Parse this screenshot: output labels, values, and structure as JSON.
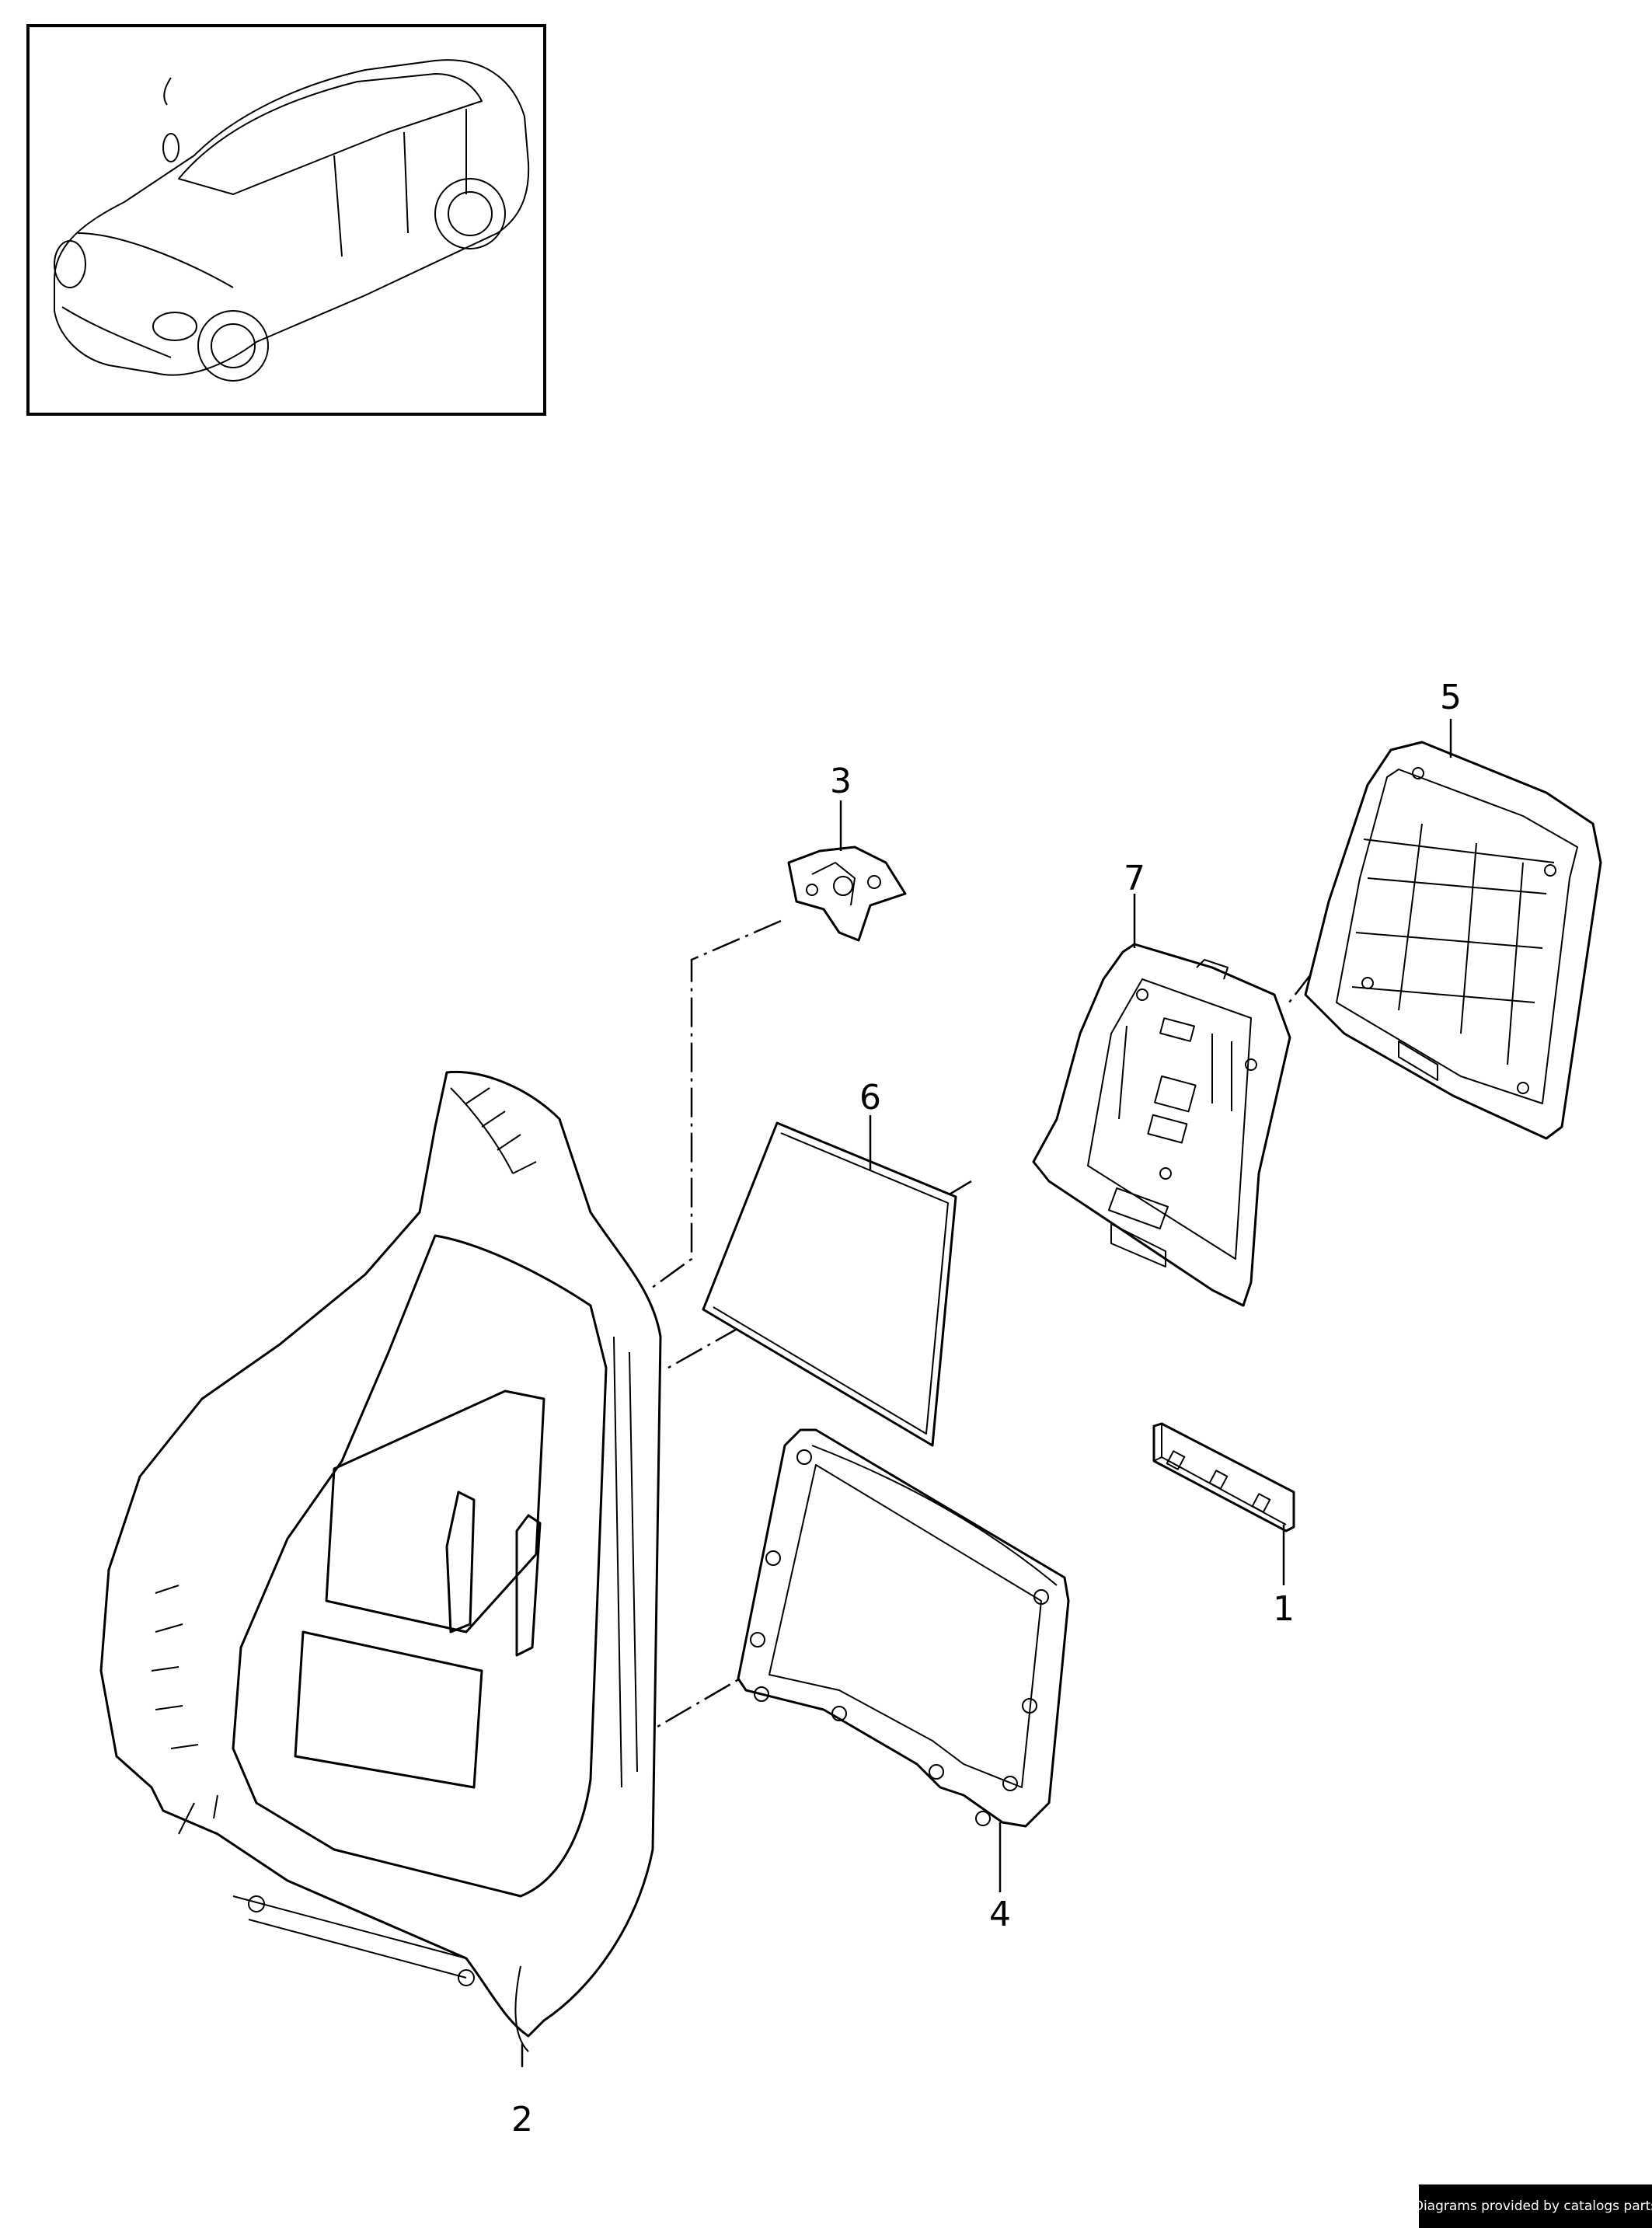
{
  "thumbnail": {
    "icon": "car-thumbnail-icon"
  },
  "callouts": [
    {
      "label": "1",
      "part": "tab-pad"
    },
    {
      "label": "2",
      "part": "seat-back-frame"
    },
    {
      "label": "3",
      "part": "mount-bracket"
    },
    {
      "label": "4",
      "part": "rear-panel-frame"
    },
    {
      "label": "5",
      "part": "backrest-shell"
    },
    {
      "label": "6",
      "part": "pad-sheet"
    },
    {
      "label": "7",
      "part": "mounting-plate"
    }
  ],
  "footer": {
    "credit": "Diagrams provided by catalogs parts"
  }
}
